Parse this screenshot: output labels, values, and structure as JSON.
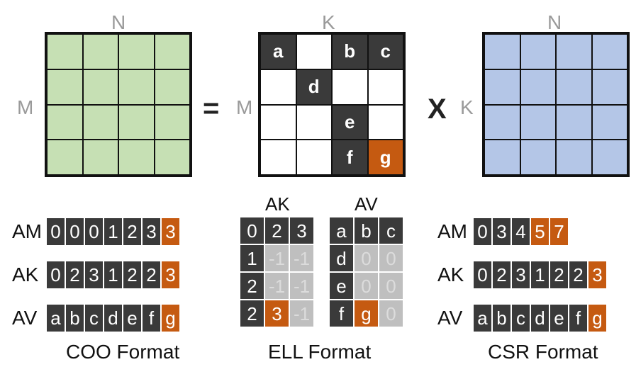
{
  "labels": {
    "c_cols": "N",
    "c_rows": "M",
    "a_cols": "K",
    "a_rows": "M",
    "b_cols": "N",
    "b_rows": "K",
    "equals": "=",
    "times": "X"
  },
  "colors": {
    "c_fill": "#c6e0b4",
    "b_fill": "#b4c6e7",
    "nonzero": "#3a3a3a",
    "highlight": "#c55a11",
    "padding": "#bfbfbf"
  },
  "sparse_matrix": [
    [
      "a",
      "",
      "b",
      "c"
    ],
    [
      "",
      "d",
      "",
      ""
    ],
    [
      "",
      "",
      "e",
      ""
    ],
    [
      "",
      "",
      "f",
      "g"
    ]
  ],
  "coo": {
    "title": "COO Format",
    "rows": [
      {
        "label": "AM",
        "values": [
          "0",
          "0",
          "0",
          "1",
          "2",
          "3",
          "3"
        ]
      },
      {
        "label": "AK",
        "values": [
          "0",
          "2",
          "3",
          "1",
          "2",
          "2",
          "3"
        ]
      },
      {
        "label": "AV",
        "values": [
          "a",
          "b",
          "c",
          "d",
          "e",
          "f",
          "g"
        ]
      }
    ]
  },
  "ell": {
    "title": "ELL Format",
    "ak_label": "AK",
    "av_label": "AV",
    "ak": [
      [
        "0",
        "2",
        "3"
      ],
      [
        "1",
        "-1",
        "-1"
      ],
      [
        "2",
        "-1",
        "-1"
      ],
      [
        "2",
        "3",
        "-1"
      ]
    ],
    "av": [
      [
        "a",
        "b",
        "c"
      ],
      [
        "d",
        "0",
        "0"
      ],
      [
        "e",
        "0",
        "0"
      ],
      [
        "f",
        "g",
        "0"
      ]
    ]
  },
  "csr": {
    "title": "CSR Format",
    "rows": [
      {
        "label": "AM",
        "values": [
          "0",
          "3",
          "4",
          "5",
          "7"
        ]
      },
      {
        "label": "AK",
        "values": [
          "0",
          "2",
          "3",
          "1",
          "2",
          "2",
          "3"
        ]
      },
      {
        "label": "AV",
        "values": [
          "a",
          "b",
          "c",
          "d",
          "e",
          "f",
          "g"
        ]
      }
    ]
  }
}
